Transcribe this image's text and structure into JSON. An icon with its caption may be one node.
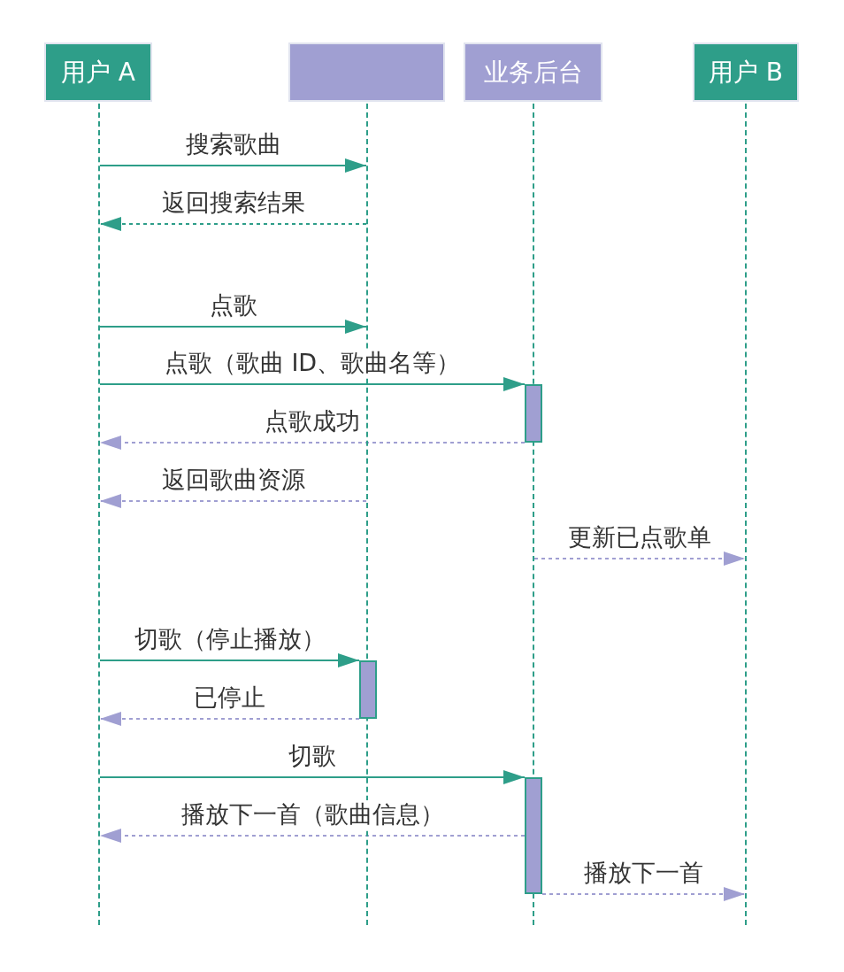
{
  "diagram": {
    "nodes": [
      {
        "text": [
          "用户 A"
        ]
      },
      {
        "text": [],
        "shape": "box"
      },
      {
        "text": [
          "业务后台"
        ]
      },
      {
        "text": [
          "用户 B"
        ]
      },
      {
        "text": [],
        "shape": "line"
      },
      {
        "text": [],
        "shape": "line"
      },
      {
        "text": [],
        "shape": "line"
      },
      {
        "text": [],
        "shape": "line"
      },
      {
        "text": [],
        "shape": "bar"
      },
      {
        "text": [],
        "shape": "bar"
      },
      {
        "text": [],
        "shape": "bar"
      }
    ],
    "edges": [
      {
        "from": 4,
        "to": 5,
        "arrow": "to",
        "label": "搜索歌曲"
      },
      {
        "from": 5,
        "to": 4,
        "arrow": "to",
        "label": "返回搜索结果",
        "style": "dashed"
      },
      {
        "from": 4,
        "to": 5,
        "arrow": "to",
        "label": "点歌"
      },
      {
        "from": 4,
        "to": 8,
        "arrow": "to",
        "label": "点歌（歌曲 ID、歌曲名等）"
      },
      {
        "from": 8,
        "to": 4,
        "arrow": "to",
        "label": "点歌成功",
        "style": "dashed",
        "color": "#a09fd2"
      },
      {
        "from": 5,
        "to": 4,
        "arrow": "to",
        "label": "返回歌曲资源",
        "style": "dashed",
        "color": "#a09fd2"
      },
      {
        "from": 6,
        "to": 7,
        "arrow": "to",
        "label": "更新已点歌单",
        "style": "dashed",
        "color": "#a09fd2"
      },
      {
        "from": 4,
        "to": 9,
        "arrow": "to",
        "label": "切歌（停止播放）"
      },
      {
        "from": 9,
        "to": 4,
        "arrow": "to",
        "label": "已停止",
        "style": "dashed",
        "color": "#a09fd2"
      },
      {
        "from": 4,
        "to": 10,
        "arrow": "to",
        "label": "切歌"
      },
      {
        "from": 10,
        "to": 4,
        "arrow": "to",
        "label": "播放下一首（歌曲信息）",
        "style": "dashed",
        "color": "#a09fd2"
      },
      {
        "from": 10,
        "to": 7,
        "arrow": "to",
        "label": "播放下一首",
        "style": "dashed",
        "color": "#a09fd2"
      }
    ]
  }
}
